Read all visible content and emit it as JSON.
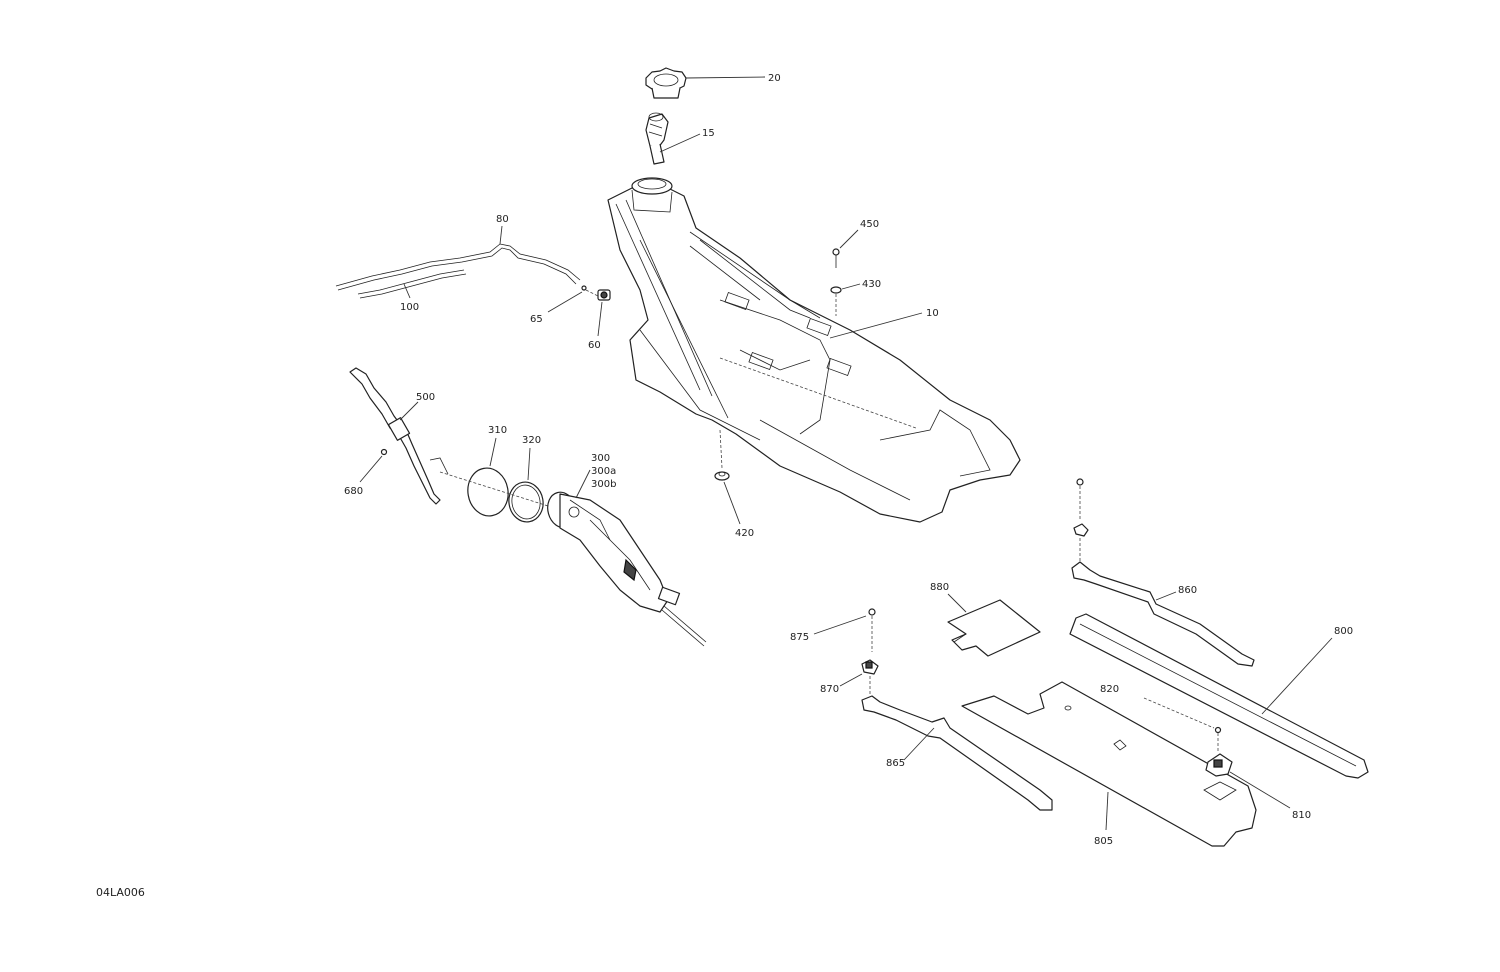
{
  "diagram": {
    "reference_code": "04LA006",
    "callouts": {
      "c20": "20",
      "c15": "15",
      "c80": "80",
      "c100": "100",
      "c65": "65",
      "c60": "60",
      "c450": "450",
      "c430": "430",
      "c10": "10",
      "c500": "500",
      "c310": "310",
      "c320": "320",
      "c300": "300",
      "c300a": "300a",
      "c300b": "300b",
      "c680": "680",
      "c420": "420",
      "c860": "860",
      "c880": "880",
      "c800": "800",
      "c875": "875",
      "c870": "870",
      "c820": "820",
      "c865": "865",
      "c810": "810",
      "c805": "805"
    }
  }
}
